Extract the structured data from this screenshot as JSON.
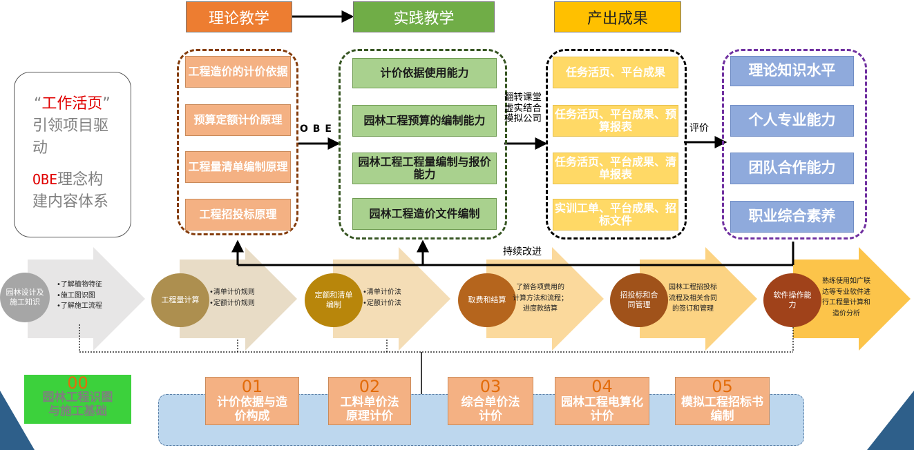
{
  "headers": {
    "theory": "理论教学",
    "practice": "实践教学",
    "output": "产出成果"
  },
  "side_note": {
    "open_quote": "“",
    "quote_text": "工作活页",
    "close_quote": "”",
    "line1": "引领项目驱",
    "line2": "动",
    "obe": "OBE",
    "line3": "理念构",
    "line4": "建内容体系"
  },
  "theory_items": [
    "工程造价的计价依据",
    "预算定额计价原理",
    "工程量清单编制原理",
    "工程招投标原理"
  ],
  "practice_items": [
    "计价依据使用能力",
    "园林工程预算的编制能力",
    "园林工程工程量编制与报价能力",
    "园林工程造价文件编制"
  ],
  "output_items": [
    "任务活页、平台成果",
    "任务活页、平台成果、预算报表",
    "任务活页、平台成果、清单报表",
    "实训工单、平台成果、招标文件"
  ],
  "eval_items": [
    "理论知识水平",
    "个人专业能力",
    "团队合作能力",
    "职业综合素养"
  ],
  "arrow_labels": {
    "obe": "O B E",
    "flip": "翻转课堂\n虚实结合\n模拟公司",
    "eval": "评价",
    "improve": "持续改进"
  },
  "stages": [
    {
      "circle": "园林设计及\n施工知识",
      "bullets": [
        "•了解植物特征",
        "•施工图识图",
        "•了解施工流程"
      ],
      "color": "#a6a6a6"
    },
    {
      "circle": "工程量计算",
      "bullets": [
        "•清单计价规则",
        "•定额计价规则"
      ],
      "color": "#ad8f4f"
    },
    {
      "circle": "定额和清单\n编制",
      "bullets": [
        "•清单计价法",
        "•定额计价法"
      ],
      "color": "#b8860b"
    },
    {
      "circle": "取费和结算",
      "bullets": [
        "了解各项费用的\n计算方法和流程；\n进度款结算"
      ],
      "color": "#b5651d"
    },
    {
      "circle": "招投标和合\n同管理",
      "bullets": [
        "园林工程招投标\n流程及相关合同\n的签订和管理"
      ],
      "color": "#a0521a"
    },
    {
      "circle": "软件操作能\n力",
      "bullets": [
        "熟练使用如广联\n达等专业软件进\n行工程量计算和\n造价分析"
      ],
      "color": "#a0421a"
    }
  ],
  "courses": [
    {
      "num": "00",
      "name": "园林工程识图与施工基础"
    },
    {
      "num": "01",
      "name": "计价依据与造价构成"
    },
    {
      "num": "02",
      "name": "工料单价法原理计价"
    },
    {
      "num": "03",
      "name": "综合单价法计价"
    },
    {
      "num": "04",
      "name": "园林工程电算化计价"
    },
    {
      "num": "05",
      "name": "模拟工程招标书编制"
    }
  ]
}
